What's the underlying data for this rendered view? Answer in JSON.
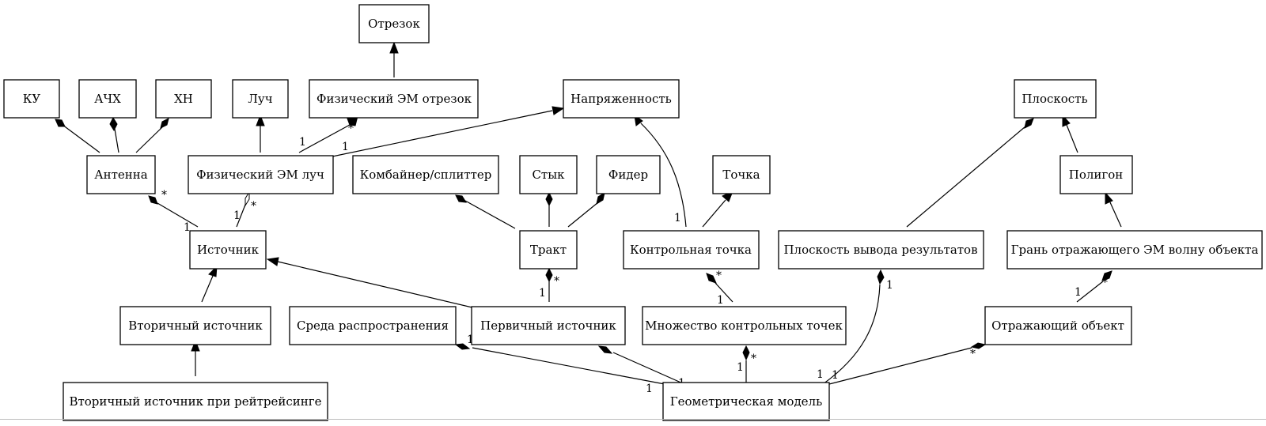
{
  "nodes": {
    "otrezok": "Отрезок",
    "ku": "КУ",
    "achx": "АЧХ",
    "xn": "ХН",
    "luch": "Луч",
    "fiz_em_otrezok": "Физический ЭМ отрезок",
    "napryazhennost": "Напряженность",
    "ploskost": "Плоскость",
    "antenna": "Антенна",
    "fiz_em_luch": "Физический ЭМ луч",
    "kombainer": "Комбайнер/сплиттер",
    "styk": "Стык",
    "fider": "Фидер",
    "tochka": "Точка",
    "poligon": "Полигон",
    "istochnik": "Источник",
    "trakt": "Тракт",
    "kontrolnaya_tochka": "Контрольная точка",
    "ploskost_vyvoda": "Плоскость вывода результатов",
    "gran": "Грань отражающего ЭМ волну объекта",
    "vtorichny": "Вторичный источник",
    "sreda": "Среда распространения",
    "pervichny": "Первичный источник",
    "mnozhestvo": "Множество контрольных точек",
    "otrazhayushchy": "Отражающий объект",
    "vtorichny_rt": "Вторичный источник при рейтрейсинге",
    "geom_model": "Геометрическая модель"
  },
  "multiplicities": {
    "one": "1",
    "many": "*"
  }
}
